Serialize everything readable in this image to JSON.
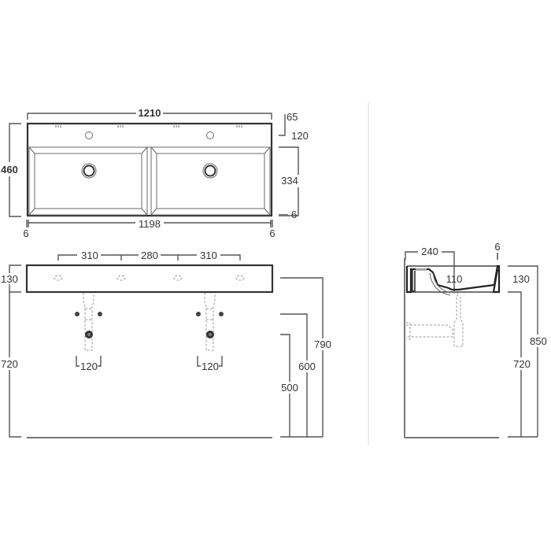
{
  "diagram": {
    "type": "technical-drawing",
    "subject": "double wall-hung washbasin",
    "units": "mm"
  },
  "top_view": {
    "overall_width": "1210",
    "overall_depth": "460",
    "inner_width": "1198",
    "left_offset": "6",
    "right_offset": "6",
    "tap_hole_offset": "65",
    "deck_depth": "120",
    "bowl_depth": "334",
    "front_rim": "6"
  },
  "front_view": {
    "basin_height": "130",
    "install_height": "720",
    "hole_spacing_left": "310",
    "hole_spacing_center": "280",
    "hole_spacing_right": "310",
    "waste_width_left": "120",
    "waste_width_right": "120",
    "height_790": "790",
    "height_600": "600",
    "height_500": "500"
  },
  "side_view": {
    "drain_offset": "240",
    "wall_thickness": "6",
    "bowl_inner_depth": "110",
    "basin_height": "130",
    "total_height": "850",
    "install_height": "720"
  }
}
